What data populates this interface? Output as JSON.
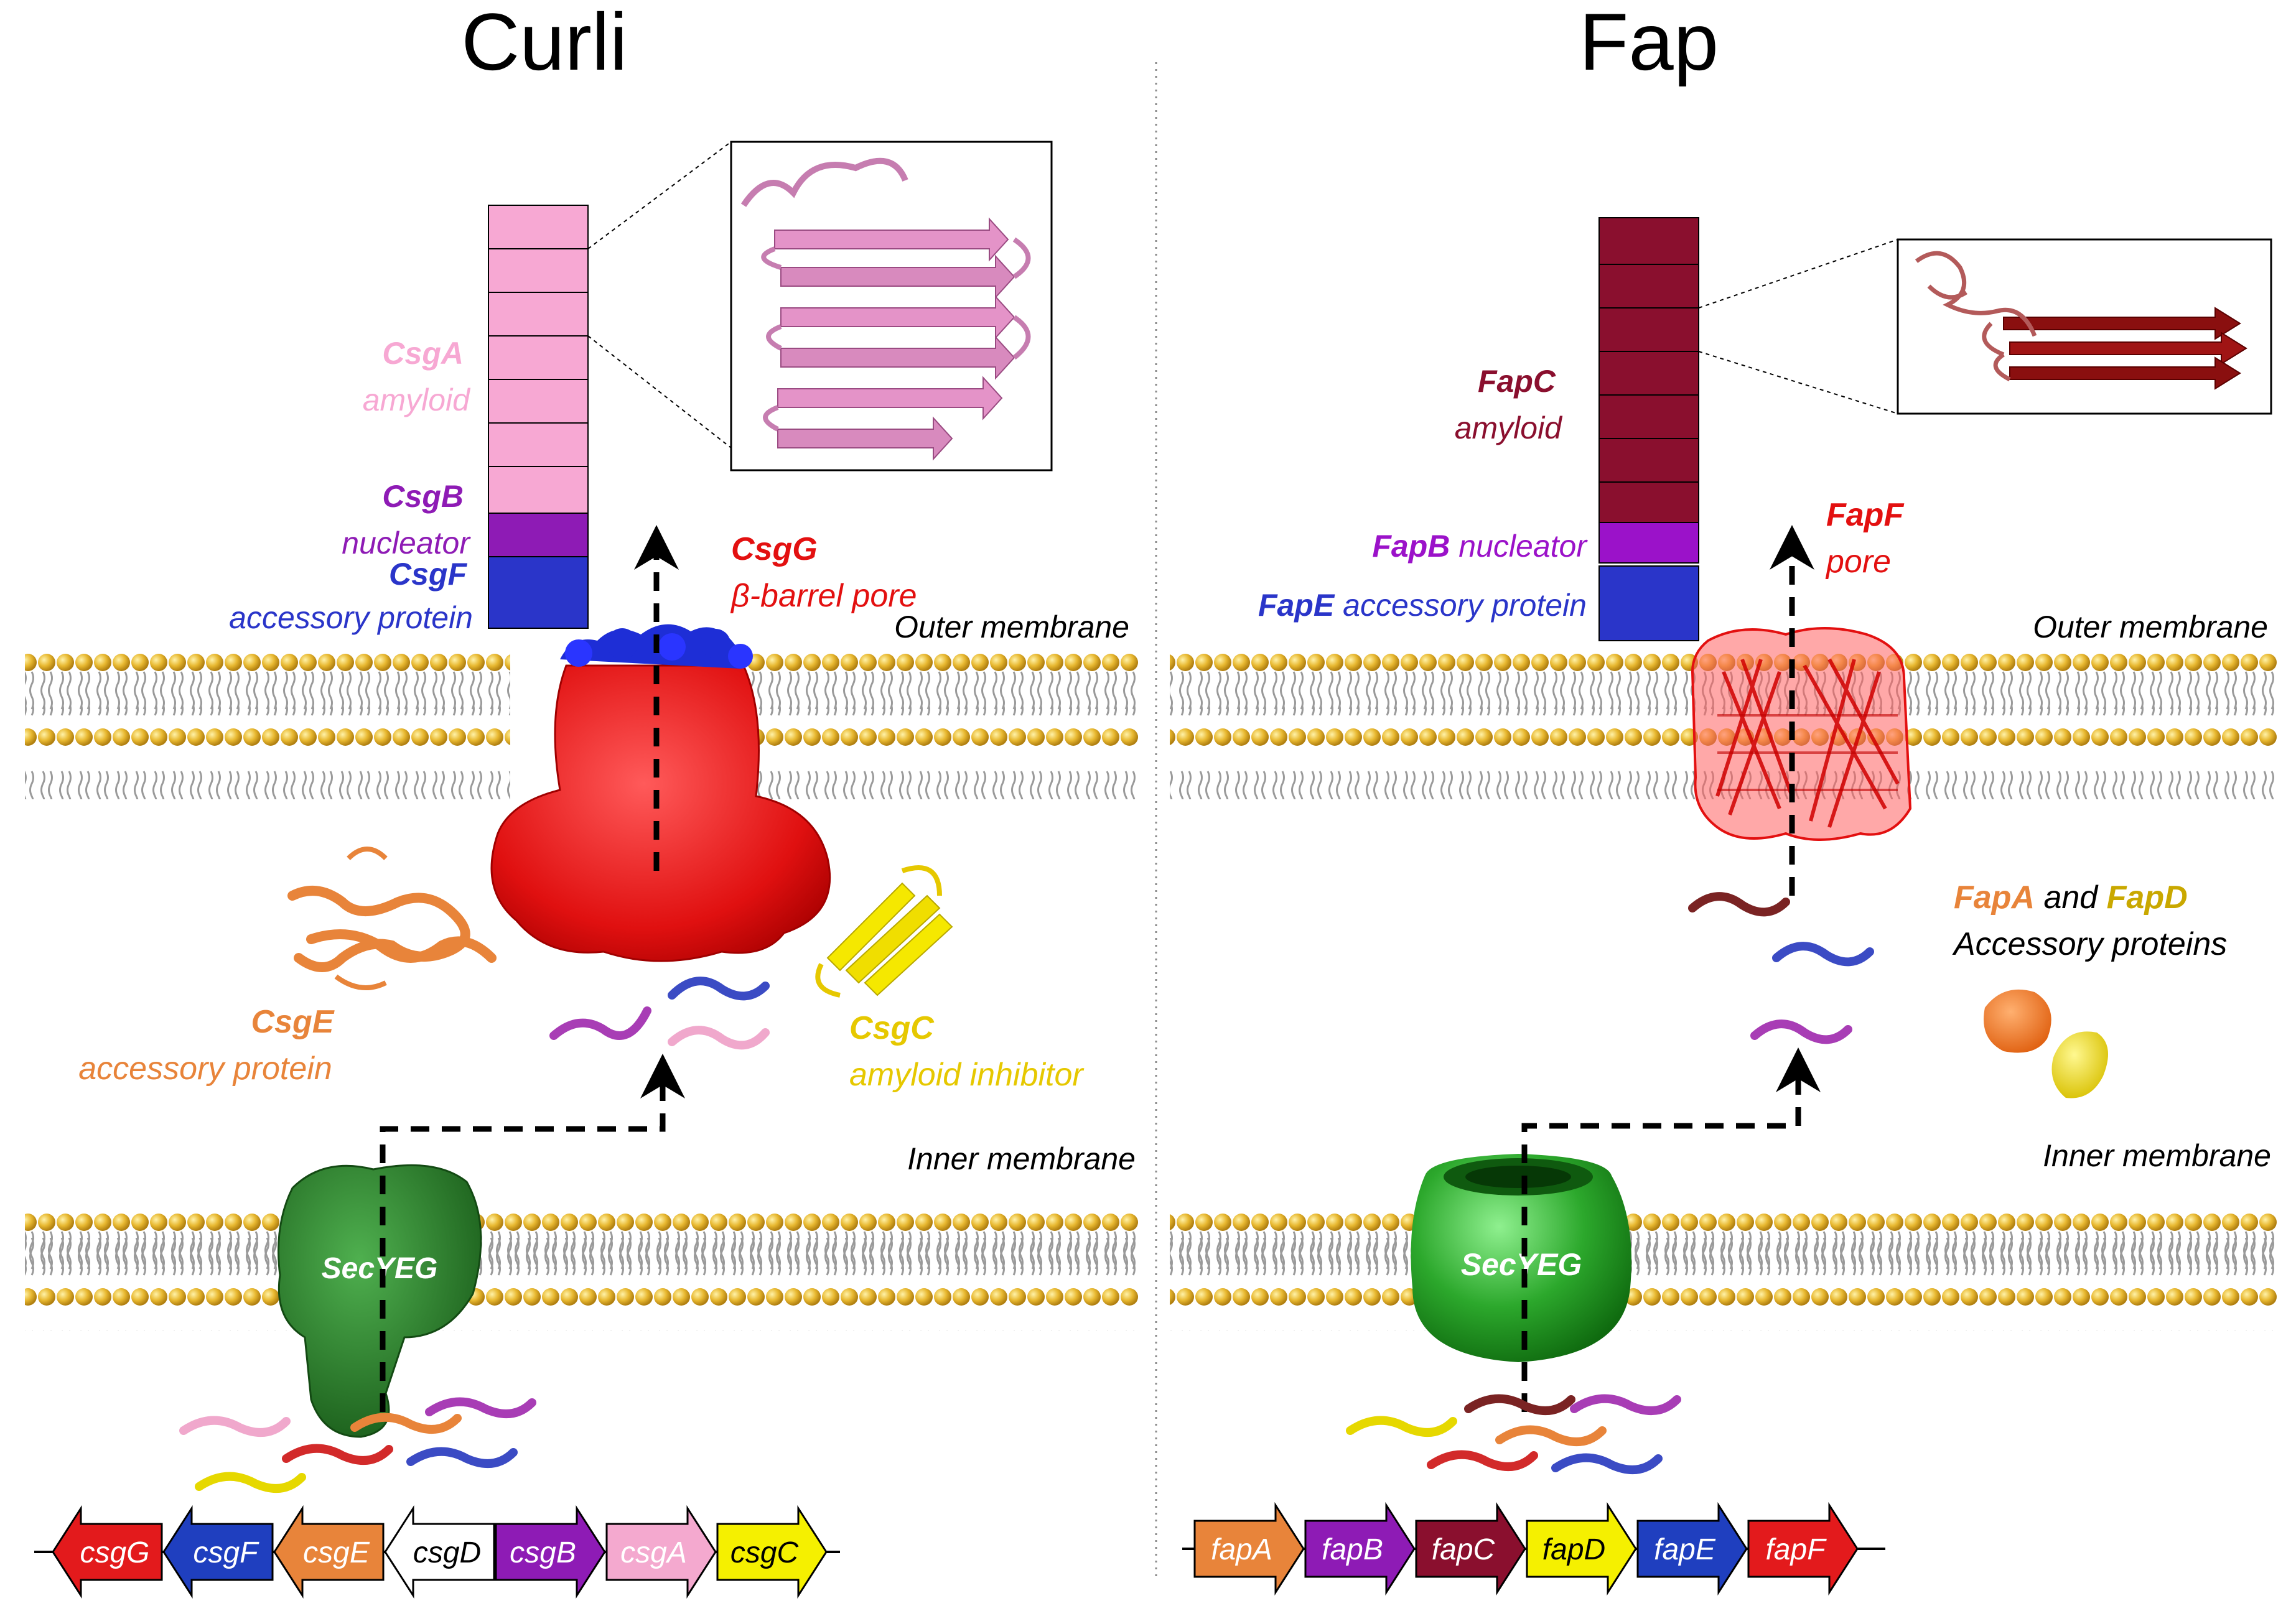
{
  "panels": {
    "curli": {
      "title": "Curli",
      "outer_membrane": "Outer membrane",
      "inner_membrane": "Inner membrane",
      "csgA_name": "CsgA",
      "csgA_role": "amyloid",
      "csgB_name": "CsgB",
      "csgB_role": "nucleator",
      "csgF_name": "CsgF",
      "csgF_role": "accessory protein",
      "csgG_name": "CsgG",
      "csgG_role": "β-barrel pore",
      "csgE_name": "CsgE",
      "csgE_role": "accessory protein",
      "csgC_name": "CsgC",
      "csgC_role": "amyloid inhibitor",
      "secyeg": "SecYEG",
      "genes": [
        {
          "label": "csgG",
          "color": "#e31a1c",
          "dir": "left",
          "text": "#ffffff"
        },
        {
          "label": "csgF",
          "color": "#1f3fbf",
          "dir": "left",
          "text": "#ffffff"
        },
        {
          "label": "csgE",
          "color": "#e8843a",
          "dir": "left",
          "text": "#ffffff"
        },
        {
          "label": "csgD",
          "color": "#ffffff",
          "dir": "left",
          "text": "#000000"
        },
        {
          "label": "csgB",
          "color": "#8e1bb5",
          "dir": "right",
          "text": "#ffffff"
        },
        {
          "label": "csgA",
          "color": "#f4a9cf",
          "dir": "right",
          "text": "#ffffff"
        },
        {
          "label": "csgC",
          "color": "#f5f000",
          "dir": "right",
          "text": "#000000"
        }
      ]
    },
    "fap": {
      "title": "Fap",
      "outer_membrane": "Outer membrane",
      "inner_membrane": "Inner membrane",
      "fapC_name": "FapC",
      "fapC_role": "amyloid",
      "fapB_name": "FapB",
      "fapB_role": "nucleator",
      "fapE_name": "FapE",
      "fapE_role": "accessory protein",
      "fapF_name": "FapF",
      "fapF_role": "pore",
      "fapA_name": "FapA",
      "and_word": "and",
      "fapD_name": "FapD",
      "accessory_role": "Accessory proteins",
      "secyeg": "SecYEG",
      "genes": [
        {
          "label": "fapA",
          "color": "#e8843a",
          "dir": "right",
          "text": "#ffffff"
        },
        {
          "label": "fapB",
          "color": "#8e1bb5",
          "dir": "right",
          "text": "#ffffff"
        },
        {
          "label": "fapC",
          "color": "#8a0f2e",
          "dir": "right",
          "text": "#ffffff"
        },
        {
          "label": "fapD",
          "color": "#f5f000",
          "dir": "right",
          "text": "#000000"
        },
        {
          "label": "fapE",
          "color": "#1f3fbf",
          "dir": "right",
          "text": "#ffffff"
        },
        {
          "label": "fapF",
          "color": "#e31a1c",
          "dir": "right",
          "text": "#ffffff"
        }
      ]
    }
  },
  "colors": {
    "csgA": "#f7a8d3",
    "csgB": "#8e1bb5",
    "csgF": "#2a35c9",
    "csgG": "#e31010",
    "csgE": "#e8843a",
    "csgC": "#e6c800",
    "fapC": "#8a0f2e",
    "fapB": "#9b12c9",
    "fapE": "#2a35c9",
    "fapF": "#e31010",
    "fapA": "#e8843a",
    "fapD": "#c9a800",
    "secyeg": "#2e8b2e",
    "lipid_head": "#e8b830"
  }
}
